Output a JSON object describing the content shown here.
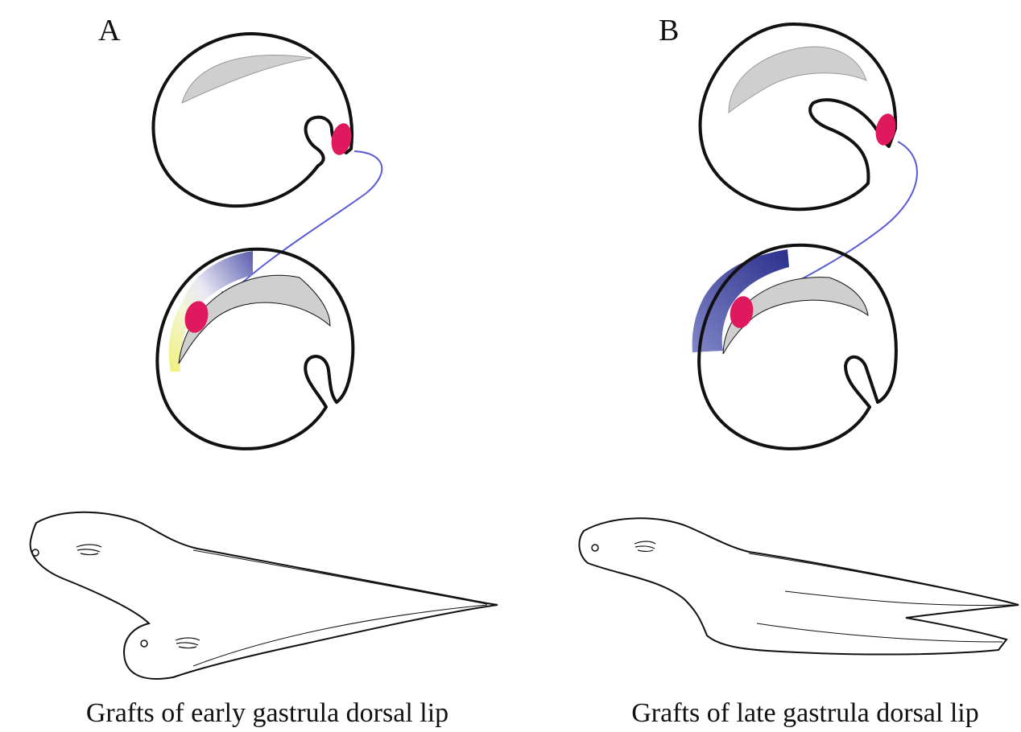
{
  "panels": [
    {
      "letter": "A",
      "caption": "Grafts of early gastrula dorsal lip"
    },
    {
      "letter": "B",
      "caption": "Grafts of late gastrula dorsal lip"
    }
  ],
  "colors": {
    "outline": "#111111",
    "blastocoel": "#cfcfcf",
    "graft": "#e0195f",
    "arrow": "#5a5ad6",
    "induced_blue": "#3f44a8",
    "induced_yellow": "#eef07a"
  },
  "icons": [
    "embryo-donor",
    "embryo-host",
    "graft-arrow",
    "tadpole-twinned"
  ]
}
